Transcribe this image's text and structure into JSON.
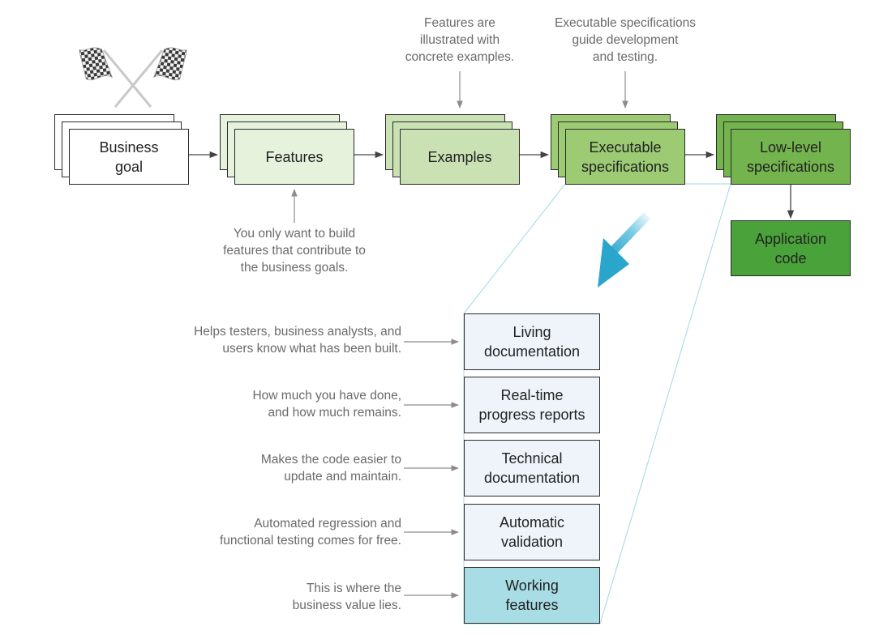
{
  "colors": {
    "business_goal": "#ffffff",
    "features": "#e6f2dc",
    "examples": "#c9e1b3",
    "executable_specs": "#9ccb74",
    "low_level_specs": "#74b44e",
    "application_code": "#4aa23a",
    "benefit": "#eef4fa",
    "working_features": "#a9dde6",
    "connector_arrow": "#444444",
    "callout_arrow": "#8c8c8c",
    "flow_arrow": "#3aaed0"
  },
  "icons": {
    "flags": "checkered-flags-icon"
  },
  "pipeline": {
    "business_goal": "Business\ngoal",
    "features": "Features",
    "examples": "Examples",
    "executable_specifications": "Executable\nspecifications",
    "low_level_specifications": "Low-level\nspecifications",
    "application_code": "Application\ncode"
  },
  "notes": {
    "examples_note": "Features are\nillustrated with\nconcrete examples.",
    "executable_note": "Executable specifications\nguide development\nand testing.",
    "features_note": "You only want to build\nfeatures that contribute to\nthe business goals."
  },
  "benefits": [
    {
      "label": "Living\ndocumentation",
      "description": "Helps testers, business analysts, and\nusers know what has been built."
    },
    {
      "label": "Real-time\nprogress reports",
      "description": "How much you have done,\nand how much remains."
    },
    {
      "label": "Technical\ndocumentation",
      "description": "Makes the code easier to\nupdate and maintain."
    },
    {
      "label": "Automatic\nvalidation",
      "description": "Automated regression and\nfunctional testing comes for free."
    },
    {
      "label": "Working\nfeatures",
      "description": "This is where the\nbusiness value lies."
    }
  ]
}
